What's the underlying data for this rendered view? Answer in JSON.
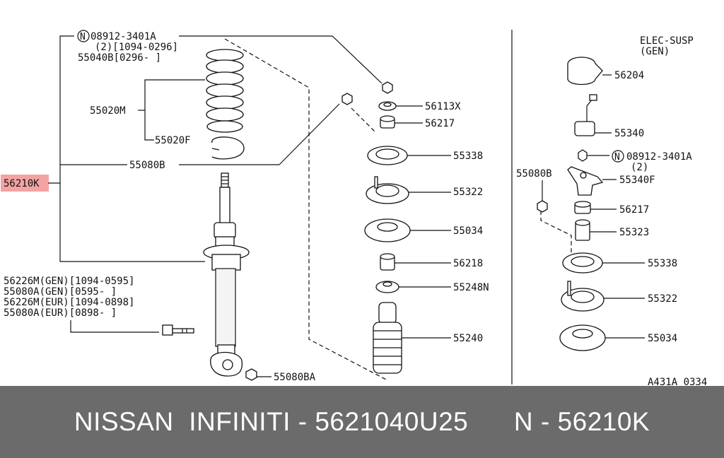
{
  "labels": {
    "l_08912_a": "08912-3401A",
    "l_1094_0296": "(2)[1094-0296]",
    "l_55040b": "55040B[0296-    ]",
    "l_55020m": "55020M",
    "l_55020f": "55020F",
    "l_55080b_main": "55080B",
    "l_56210k": "56210K",
    "l_56226m_gen": "56226M(GEN)[1094-0595]",
    "l_55080a_gen": "55080A(GEN)[0595-    ]",
    "l_56226m_eur": "56226M(EUR)[1094-0898]",
    "l_55080a_eur": "55080A(EUR)[0898-    ]",
    "l_55080ba": "55080BA",
    "l_56113x": "56113X",
    "l_56217": "56217",
    "l_55338": "55338",
    "l_55322": "55322",
    "l_55034": "55034",
    "l_56218": "56218",
    "l_55248n": "55248N",
    "l_55240": "55240",
    "r_elec": "ELEC-SUSP",
    "r_gen": "(GEN)",
    "r_56204": "56204",
    "r_55340": "55340",
    "r_08912": "08912-3401A",
    "r_2": "(2)",
    "r_55080b": "55080B",
    "r_55340f": "55340F",
    "r_56217": "56217",
    "r_55323": "55323",
    "r_55338": "55338",
    "r_55322": "55322",
    "r_55034": "55034",
    "r_code": "A431A 0334",
    "n_symbol": "N"
  },
  "colors": {
    "highlight": "#f4a3a3",
    "footer_bg": "#6b6b6b",
    "footer_text": "#ffffff"
  },
  "footer": {
    "text": "NISSAN  INFINITI - 5621040U25      N - 56210K"
  }
}
